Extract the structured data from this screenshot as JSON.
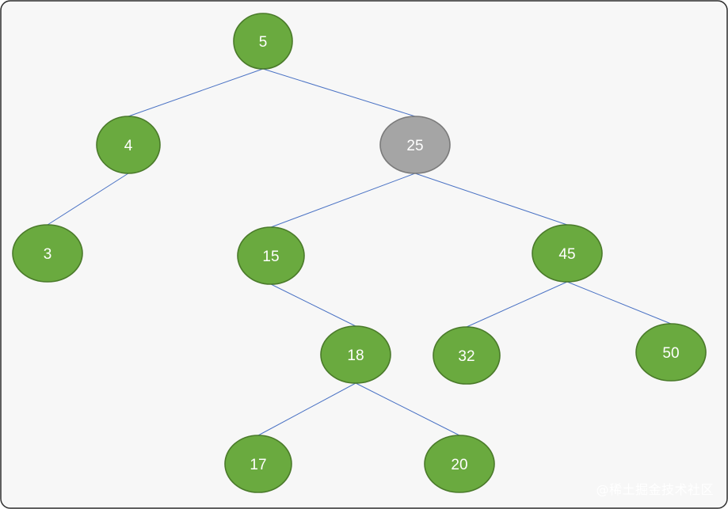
{
  "colors": {
    "background": "#f7f7f7",
    "frame": "#2b2b2b",
    "node_fill": "#6aaa3f",
    "node_stroke": "#4a7a2a",
    "highlight_fill": "#a5a5a5",
    "highlight_stroke": "#7a7a7a",
    "edge": "#4a72c4",
    "label": "#ffffff"
  },
  "tree": {
    "nodes": [
      {
        "id": "n5",
        "label": "5",
        "highlighted": false
      },
      {
        "id": "n4",
        "label": "4",
        "highlighted": false
      },
      {
        "id": "n25",
        "label": "25",
        "highlighted": true
      },
      {
        "id": "n3",
        "label": "3",
        "highlighted": false
      },
      {
        "id": "n15",
        "label": "15",
        "highlighted": false
      },
      {
        "id": "n45",
        "label": "45",
        "highlighted": false
      },
      {
        "id": "n18",
        "label": "18",
        "highlighted": false
      },
      {
        "id": "n32",
        "label": "32",
        "highlighted": false
      },
      {
        "id": "n50",
        "label": "50",
        "highlighted": false
      },
      {
        "id": "n17",
        "label": "17",
        "highlighted": false
      },
      {
        "id": "n20",
        "label": "20",
        "highlighted": false
      }
    ],
    "edges": [
      {
        "from": "n5",
        "to": "n4"
      },
      {
        "from": "n5",
        "to": "n25"
      },
      {
        "from": "n4",
        "to": "n3"
      },
      {
        "from": "n25",
        "to": "n15"
      },
      {
        "from": "n25",
        "to": "n45"
      },
      {
        "from": "n15",
        "to": "n18"
      },
      {
        "from": "n45",
        "to": "n32"
      },
      {
        "from": "n45",
        "to": "n50"
      },
      {
        "from": "n18",
        "to": "n17"
      },
      {
        "from": "n18",
        "to": "n20"
      }
    ]
  },
  "watermark": "@稀土掘金技术社区"
}
